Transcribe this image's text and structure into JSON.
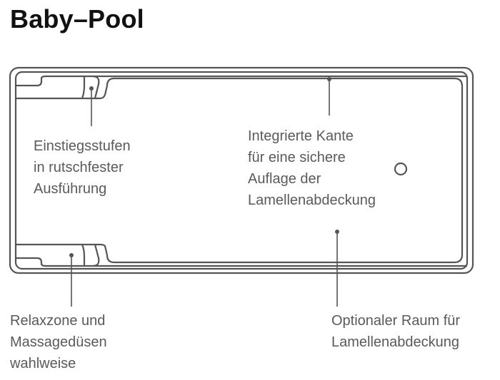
{
  "title": "Baby–Pool",
  "labels": {
    "steps": "Einstiegsstufen\nin rutschfester\nAusführung",
    "edge": "Integrierte Kante\nfür eine sichere\nAuflage der\nLamellenabdeckung",
    "relax": "Relaxzone und\nMassagedüsen\nwahlweise",
    "optional": "Optionaler Raum für\nLamellenabdeckung"
  },
  "colors": {
    "line": "#555555",
    "text": "#5a5a5a",
    "title": "#111111"
  }
}
